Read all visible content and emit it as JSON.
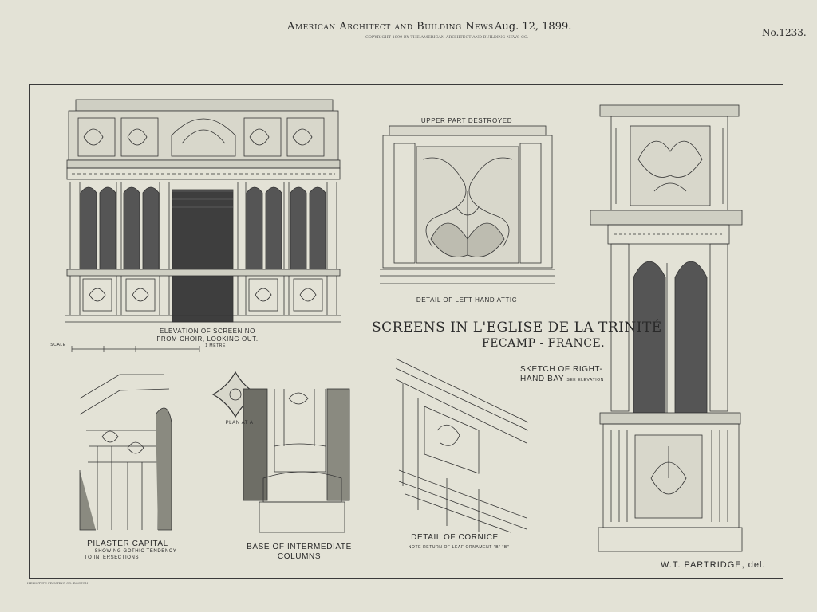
{
  "header": {
    "publication": "American Architect and Building News.",
    "date": "Aug. 12, 1899.",
    "number": "No.1233.",
    "copyright": "COPYRIGHT 1899 BY THE AMERICAN ARCHITECT AND BUILDING NEWS CO."
  },
  "title": {
    "main": "SCREENS IN L'EGLISE DE LA TRINITÉ",
    "sub": "FECAMP - FRANCE."
  },
  "labels": {
    "elevation_1": "ELEVATION OF SCREEN NO",
    "elevation_2": "FROM CHOIR, LOOKING OUT.",
    "scale_word": "SCALE",
    "scale_unit": "1 METRE",
    "upper_destroyed": "UPPER PART DESTROYED",
    "attic": "DETAIL OF LEFT HAND ATTIC",
    "sketch_1": "SKETCH OF RIGHT-",
    "sketch_2": "HAND BAY",
    "sketch_small": "SEE ELEVATION",
    "plan_at_a": "PLAN AT A",
    "pilaster_1": "PILASTER CAPITAL",
    "pilaster_2": "SHOWING GOTHIC TENDENCY",
    "pilaster_3": "TO INTERSECTIONS",
    "base_1": "BASE OF INTERMEDIATE",
    "base_2": "COLUMNS",
    "cornice_1": "DETAIL OF CORNICE",
    "cornice_2": "NOTE RETURN OF LEAF ORNAMENT \"B\" \"B\"",
    "signature": "W.T. PARTRIDGE, del.",
    "printer": "HELIOTYPE PRINTING CO. BOSTON"
  }
}
